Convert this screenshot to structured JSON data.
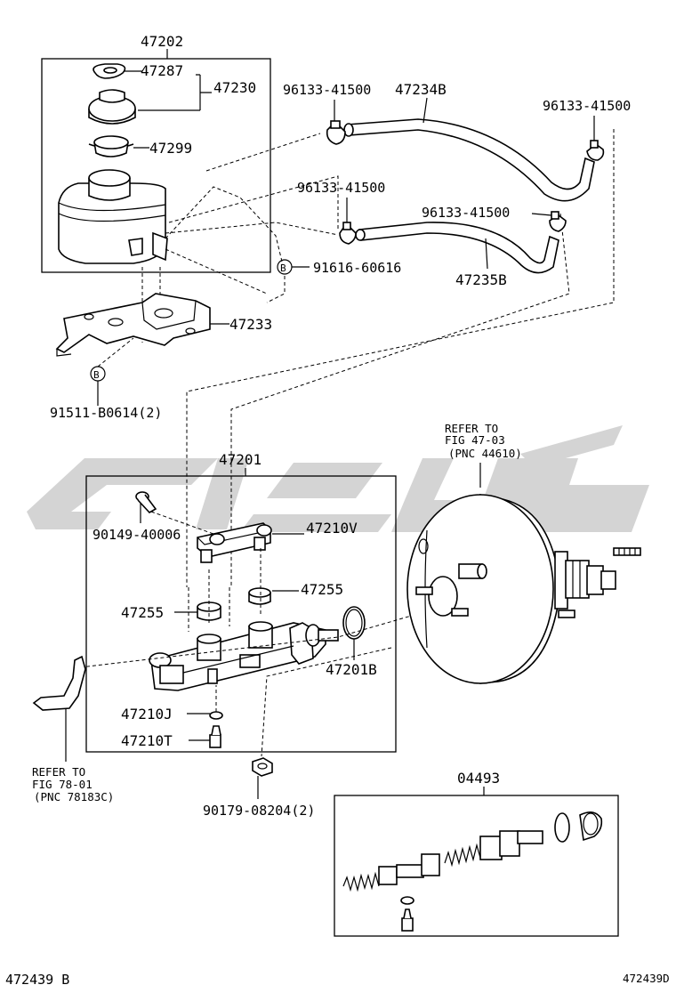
{
  "labels": {
    "reservoir_assy": "47202",
    "cap_gasket": "47287",
    "cap": "47230",
    "strainer": "47299",
    "bracket": "47233",
    "clip_b_top": "91616-60616",
    "bolt_b_bottom": "91511-B0614(2)",
    "clip_1": "96133-41500",
    "hose_a": "47234B",
    "clip_2": "96133-41500",
    "clip_3": "96133-41500",
    "clip_4": "96133-41500",
    "hose_b": "47235B",
    "master_cyl_assy": "47201",
    "bolt_top": "90149-40006",
    "plug_assy": "47210V",
    "grommet_right": "47255",
    "grommet_left": "47255",
    "o_ring": "47201B",
    "cap_small": "47210J",
    "bleeder": "47210T",
    "nut": "90179-08204(2)",
    "kit": "04493",
    "marker_b": "B",
    "booster_ref_1": "REFER TO",
    "booster_ref_2": "FIG 47-03",
    "booster_ref_3": "(PNC 44610)",
    "bracket_ref_1": "REFER TO",
    "bracket_ref_2": "FIG 78-01",
    "bracket_ref_3": "(PNC 78183C)",
    "footer_left": "472439 B",
    "footer_right": "472439D"
  },
  "watermark": {
    "color": "#d4d4d4"
  }
}
